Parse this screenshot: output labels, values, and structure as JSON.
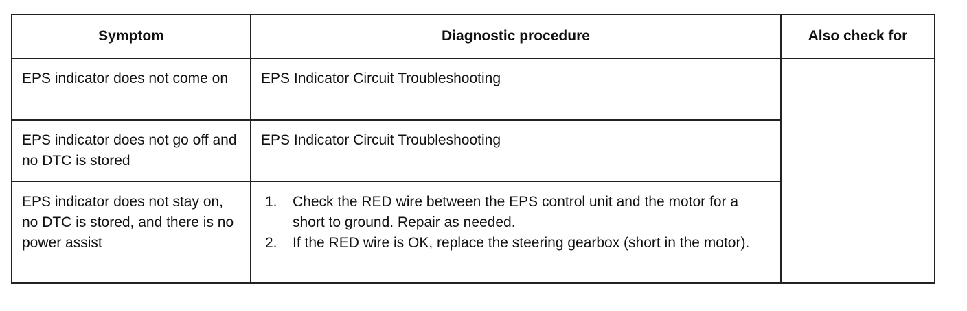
{
  "table": {
    "headers": [
      "Symptom",
      "Diagnostic procedure",
      "Also check for"
    ],
    "rows": [
      {
        "symptom": "EPS indicator does not come on",
        "procedure": "EPS Indicator Circuit Troubleshooting"
      },
      {
        "symptom": "EPS indicator does not go off and no DTC is stored",
        "procedure": "EPS Indicator Circuit Troubleshooting"
      },
      {
        "symptom": "EPS indicator does not stay on, no DTC is stored, and there is no power assist",
        "steps": [
          {
            "num": "1.",
            "text": "Check the RED wire between the EPS control unit and the motor for a short to ground. Repair as needed."
          },
          {
            "num": "2.",
            "text": "If the RED wire is OK, replace the steering gearbox (short in the motor)."
          }
        ]
      }
    ],
    "also_check_for": ""
  }
}
